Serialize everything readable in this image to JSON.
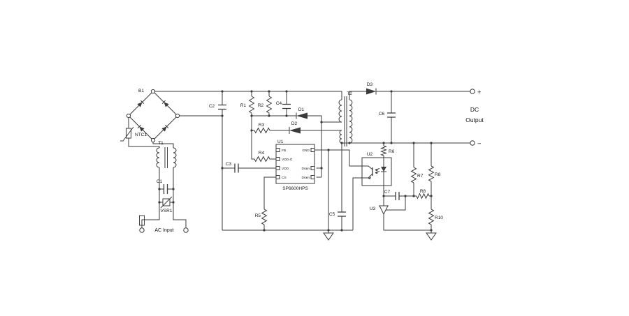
{
  "schematic": {
    "input": {
      "bridge": "B1",
      "thermistor": "NTC1",
      "choke": "T1",
      "x_cap": "C1",
      "varistor": "VSR1",
      "terminals_label": "AC Input"
    },
    "primary": {
      "c2": "C2",
      "r1": "R1",
      "r2": "R2",
      "c4": "C4",
      "d1": "D1",
      "d2": "D2",
      "r3": "R3",
      "r4": "R4",
      "c3": "C3",
      "r5": "R5",
      "c5": "C5"
    },
    "controller": {
      "ref": "U1",
      "part": "SP6600HPS",
      "pins_left": [
        "FB",
        "VDD-G",
        "VDD",
        "CS"
      ],
      "pins_right": [
        "GND",
        "Drain",
        "Drain"
      ]
    },
    "transformer": {
      "ref": "T2"
    },
    "output": {
      "d3": "D3",
      "c6": "C6",
      "plus": "+",
      "minus": "−",
      "label_line1": "DC",
      "label_line2": "Output"
    },
    "feedback": {
      "opto": "U2",
      "r6": "R6",
      "r7": "R7",
      "r8_upper": "R8",
      "r8_comp": "R8",
      "c7": "C7",
      "shunt": "U3",
      "r10": "R10"
    }
  }
}
